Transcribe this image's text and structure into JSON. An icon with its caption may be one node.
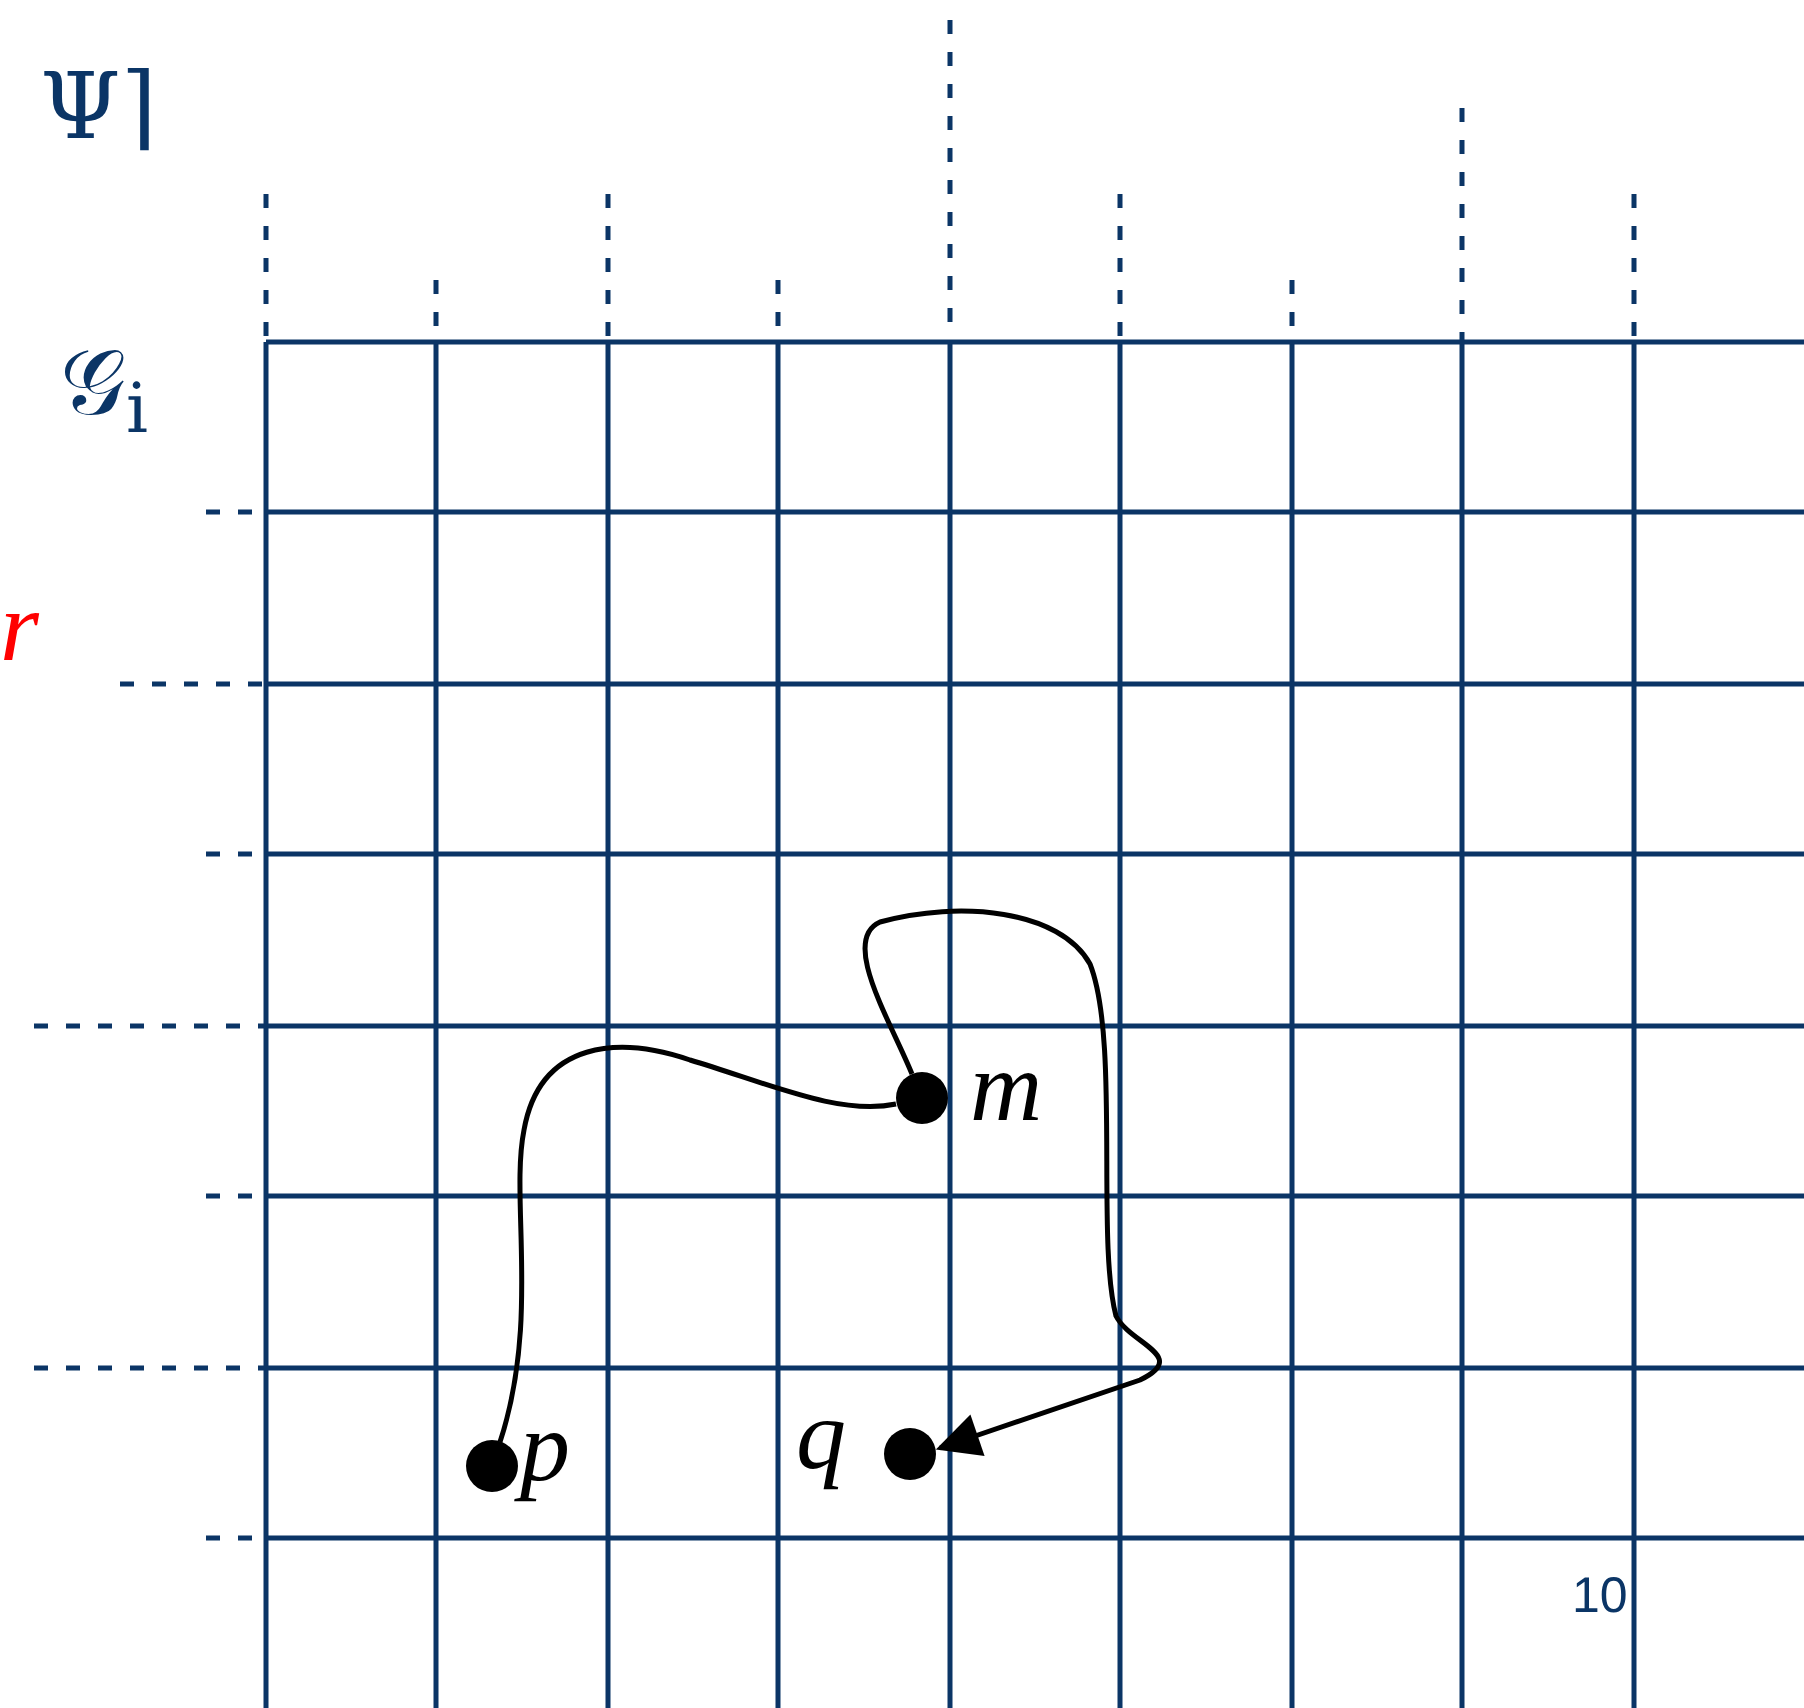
{
  "diagram": {
    "nodes": [
      {
        "text": [],
        "shape": "circle",
        "beside": [
          "p"
        ]
      },
      {
        "text": [],
        "shape": "circle",
        "beside": [
          "m"
        ]
      },
      {
        "text": [],
        "shape": "circle",
        "beside": [
          "q"
        ]
      }
    ],
    "edges": [
      {
        "from": 0,
        "to": 1,
        "arrow": "none"
      },
      {
        "from": 1,
        "to": 2,
        "arrow": "to"
      }
    ],
    "labels": [
      "Ψ⌉",
      "𝒢$_{i}$",
      "r",
      "10"
    ]
  }
}
